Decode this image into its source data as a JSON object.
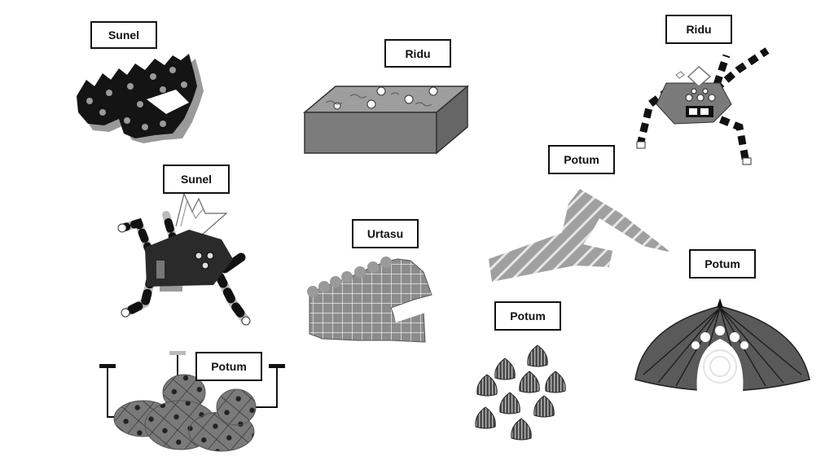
{
  "labels": {
    "sunel_top": "Sunel",
    "ridu_box": "Ridu",
    "ridu_spider": "Ridu",
    "sunel_creature": "Sunel",
    "potum_zigzag": "Potum",
    "urtasu": "Urtasu",
    "potum_dome": "Potum",
    "potum_cloud": "Potum",
    "potum_seeds": "Potum"
  },
  "colors": {
    "black": "#111111",
    "dark": "#333333",
    "mid": "#6e6e6e",
    "light": "#a9a9a9",
    "pale": "#d6d6d6",
    "white": "#ffffff"
  }
}
